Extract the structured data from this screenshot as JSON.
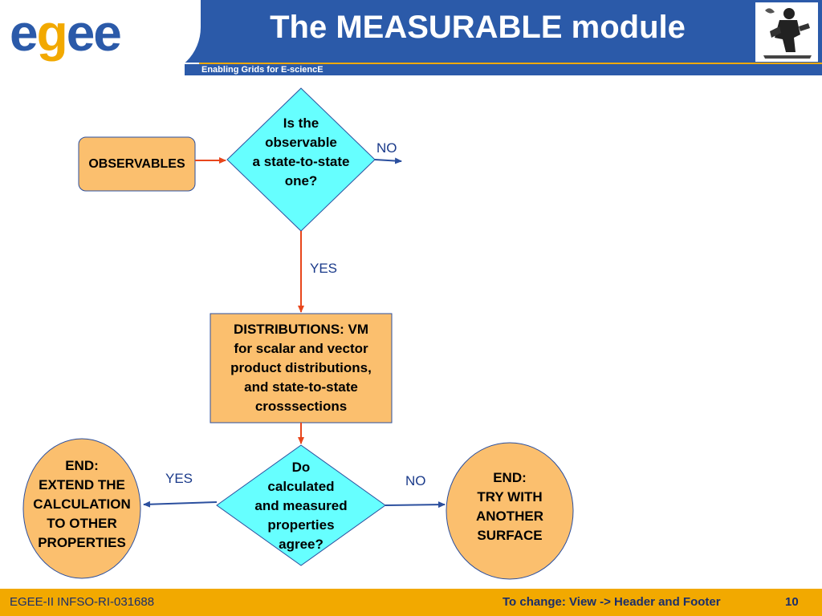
{
  "header": {
    "logo_part1": "e",
    "logo_g": "g",
    "logo_part2": "ee",
    "title": "The MEASURABLE module",
    "tagline": "Enabling Grids for E-sciencE"
  },
  "footer": {
    "left": "EGEE-II INFSO-RI-031688",
    "middle": "To change: View -> Header and Footer",
    "page": "10"
  },
  "diagram": {
    "observables": "OBSERVABLES",
    "decision1": "Is the\nobservable\na state-to-state\none?",
    "no1": "NO",
    "yes1": "YES",
    "distributions": "DISTRIBUTIONS: VM\nfor scalar and vector\nproduct distributions,\nand state-to-state\ncrosssections",
    "decision2": "Do\ncalculated\nand measured\nproperties\nagree?",
    "yes2": "YES",
    "no2": "NO",
    "end_left": "END:\nEXTEND THE\nCALCULATION\nTO OTHER\nPROPERTIES",
    "end_right": "END:\nTRY WITH\nANOTHER\nSURFACE"
  },
  "colors": {
    "header_blue": "#2b5aa9",
    "accent_orange": "#f2a900",
    "box_fill": "#fbbf6e",
    "diamond_fill": "#66ffff",
    "arrow_red": "#e8461c",
    "arrow_blue": "#2b4f9e"
  }
}
